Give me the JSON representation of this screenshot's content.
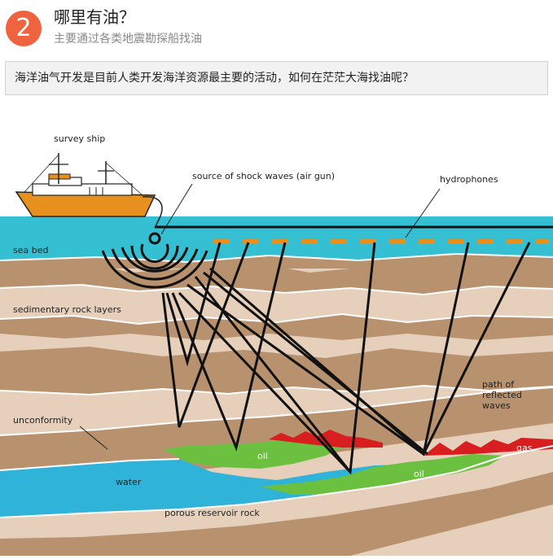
{
  "header": {
    "step_number": "2",
    "title": "哪里有油？",
    "subtitle": "主要通过各类地震勘探船找油"
  },
  "intro_text": "海洋油气开发是目前人类开发海洋资源最主要的活动，如何在茫茫大海找油呢？",
  "diagram": {
    "labels": {
      "survey_ship": "survey ship",
      "shock_source": "source of shock waves (air gun)",
      "hydrophones": "hydrophones",
      "sea_bed": "sea bed",
      "sedimentary": "sedimentary rock layers",
      "path1": "path of",
      "path2": "reflected",
      "path3": "waves",
      "unconformity": "unconformity",
      "oil_left": "oil",
      "oil_right": "oil",
      "gas": "gas",
      "water": "water",
      "porous": "porous reservoir rock"
    },
    "colors": {
      "sea": "#34bfd2",
      "rock_dark": "#b8916f",
      "rock_light": "#e6d0bb",
      "oil": "#6cc040",
      "gas": "#d81e1e",
      "water": "#2fb3d8",
      "hull": "#e8901e",
      "hydrophone": "#e8901e"
    }
  }
}
